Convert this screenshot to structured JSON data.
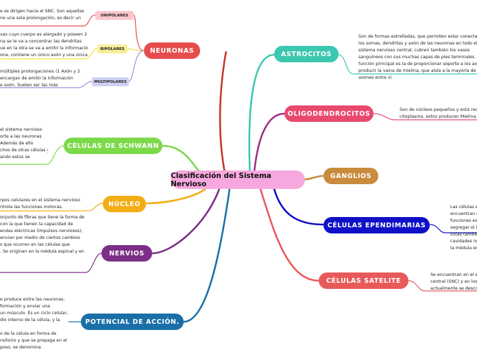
{
  "center": "Clasificación del Sistema Nervioso",
  "colors": {
    "neuronas": "#e74c4c",
    "astrocitos": "#3cc7b0",
    "oligodendrocitos": "#e84a6e",
    "ganglios": "#c98b3c",
    "ependimarias": "#1010c8",
    "satelite": "#e85a5a",
    "schwann": "#7bd94a",
    "nucleo": "#f3ad14",
    "nervios": "#7b2f86",
    "potencial": "#1a6fa8"
  },
  "nodes": {
    "neuronas": "NEURONAS",
    "astrocitos": "ASTROCITOS",
    "oligodendrocitos": "OLIGODENDROCITOS",
    "ganglios": "GANGLIOS",
    "ependimarias": "CÉLULAS EPENDIMARIAS",
    "satelite": "CÉLULAS SATELITE",
    "schwann": "CÉLULAS DE SCHWANN",
    "nucleo": "NÚCLEO",
    "nervios": "NERVIOS",
    "potencial": "POTENCIAL DE ACCIÓN."
  },
  "subs": {
    "unipolares": "UNIPOLARES",
    "bipolares": "BIPOLARES",
    "multipolares": "MULTIPOLARES"
  },
  "texts": {
    "unipolares": "e se dirigen hacia el SNC. Son aquellas\nne una sola prolongación, es decir un",
    "bipolares": "vas cuyo cuerpo es alargado y poseen 2\nna se le va a concentrar las dendritas\nue en la otra se va a emitir la información\nona, contiene un único axón y una única",
    "multipolares": "múltiples prolongaciones (1 Axón y 2\nencargan de emitir la información\ne axón. Suelen ser las más",
    "astrocitos": "Son de formas estrelladas, que permiten estar conectadas co\nlos somas, dendritas y axón de las neuronas en todo el\nsistema nervioso central, cubren también los vasos\nsanguíneos con sus muchas capas de pies terminales. Su\nfunción principal es la de proporcionar soporte a los axones y\nproducir la vaina de mielina, que aísla a la mayoría de los\naxones entre sí.",
    "oligodendrocitos": "Son de núcleos pequeños y está rodeado\ncitoplasma, estos producen Mielina.",
    "ependimarias": "Las células ep\nencuentran de\nfunciones es de\nsegregar el líq\nEstas también\ncavidades inte\nla médula esp",
    "satelite": "Se encuentran en el ento\ncentral (SNC) y en los ga\nactualmente se descono",
    "schwann": "el sistema nervioso\norte a las neuronas\nAdemás de ello\nchos de otras células y\nando estos se",
    "nucleo": "rpos celulares en el sistema nervioso\nntrola las funciones motoras.",
    "nervios": "onjunto de fibras que tiene la forma de un\ncon la que tienen la capacidad de\nendas eléctricas (impulsos nerviosos);\nenvian por medio de ciertos cambios\ns que ocurren en las células que\n. Se originan en la médula espinal y en el",
    "potencial": "e produce entre las neuronas,\nformación y enviar una\nun músculo. Es un ciclo celular,\ndio interno de la célula, y la\n\no de la célula en forma de\nnsitorio y que se propaga en el\nposo, se denomina"
  }
}
